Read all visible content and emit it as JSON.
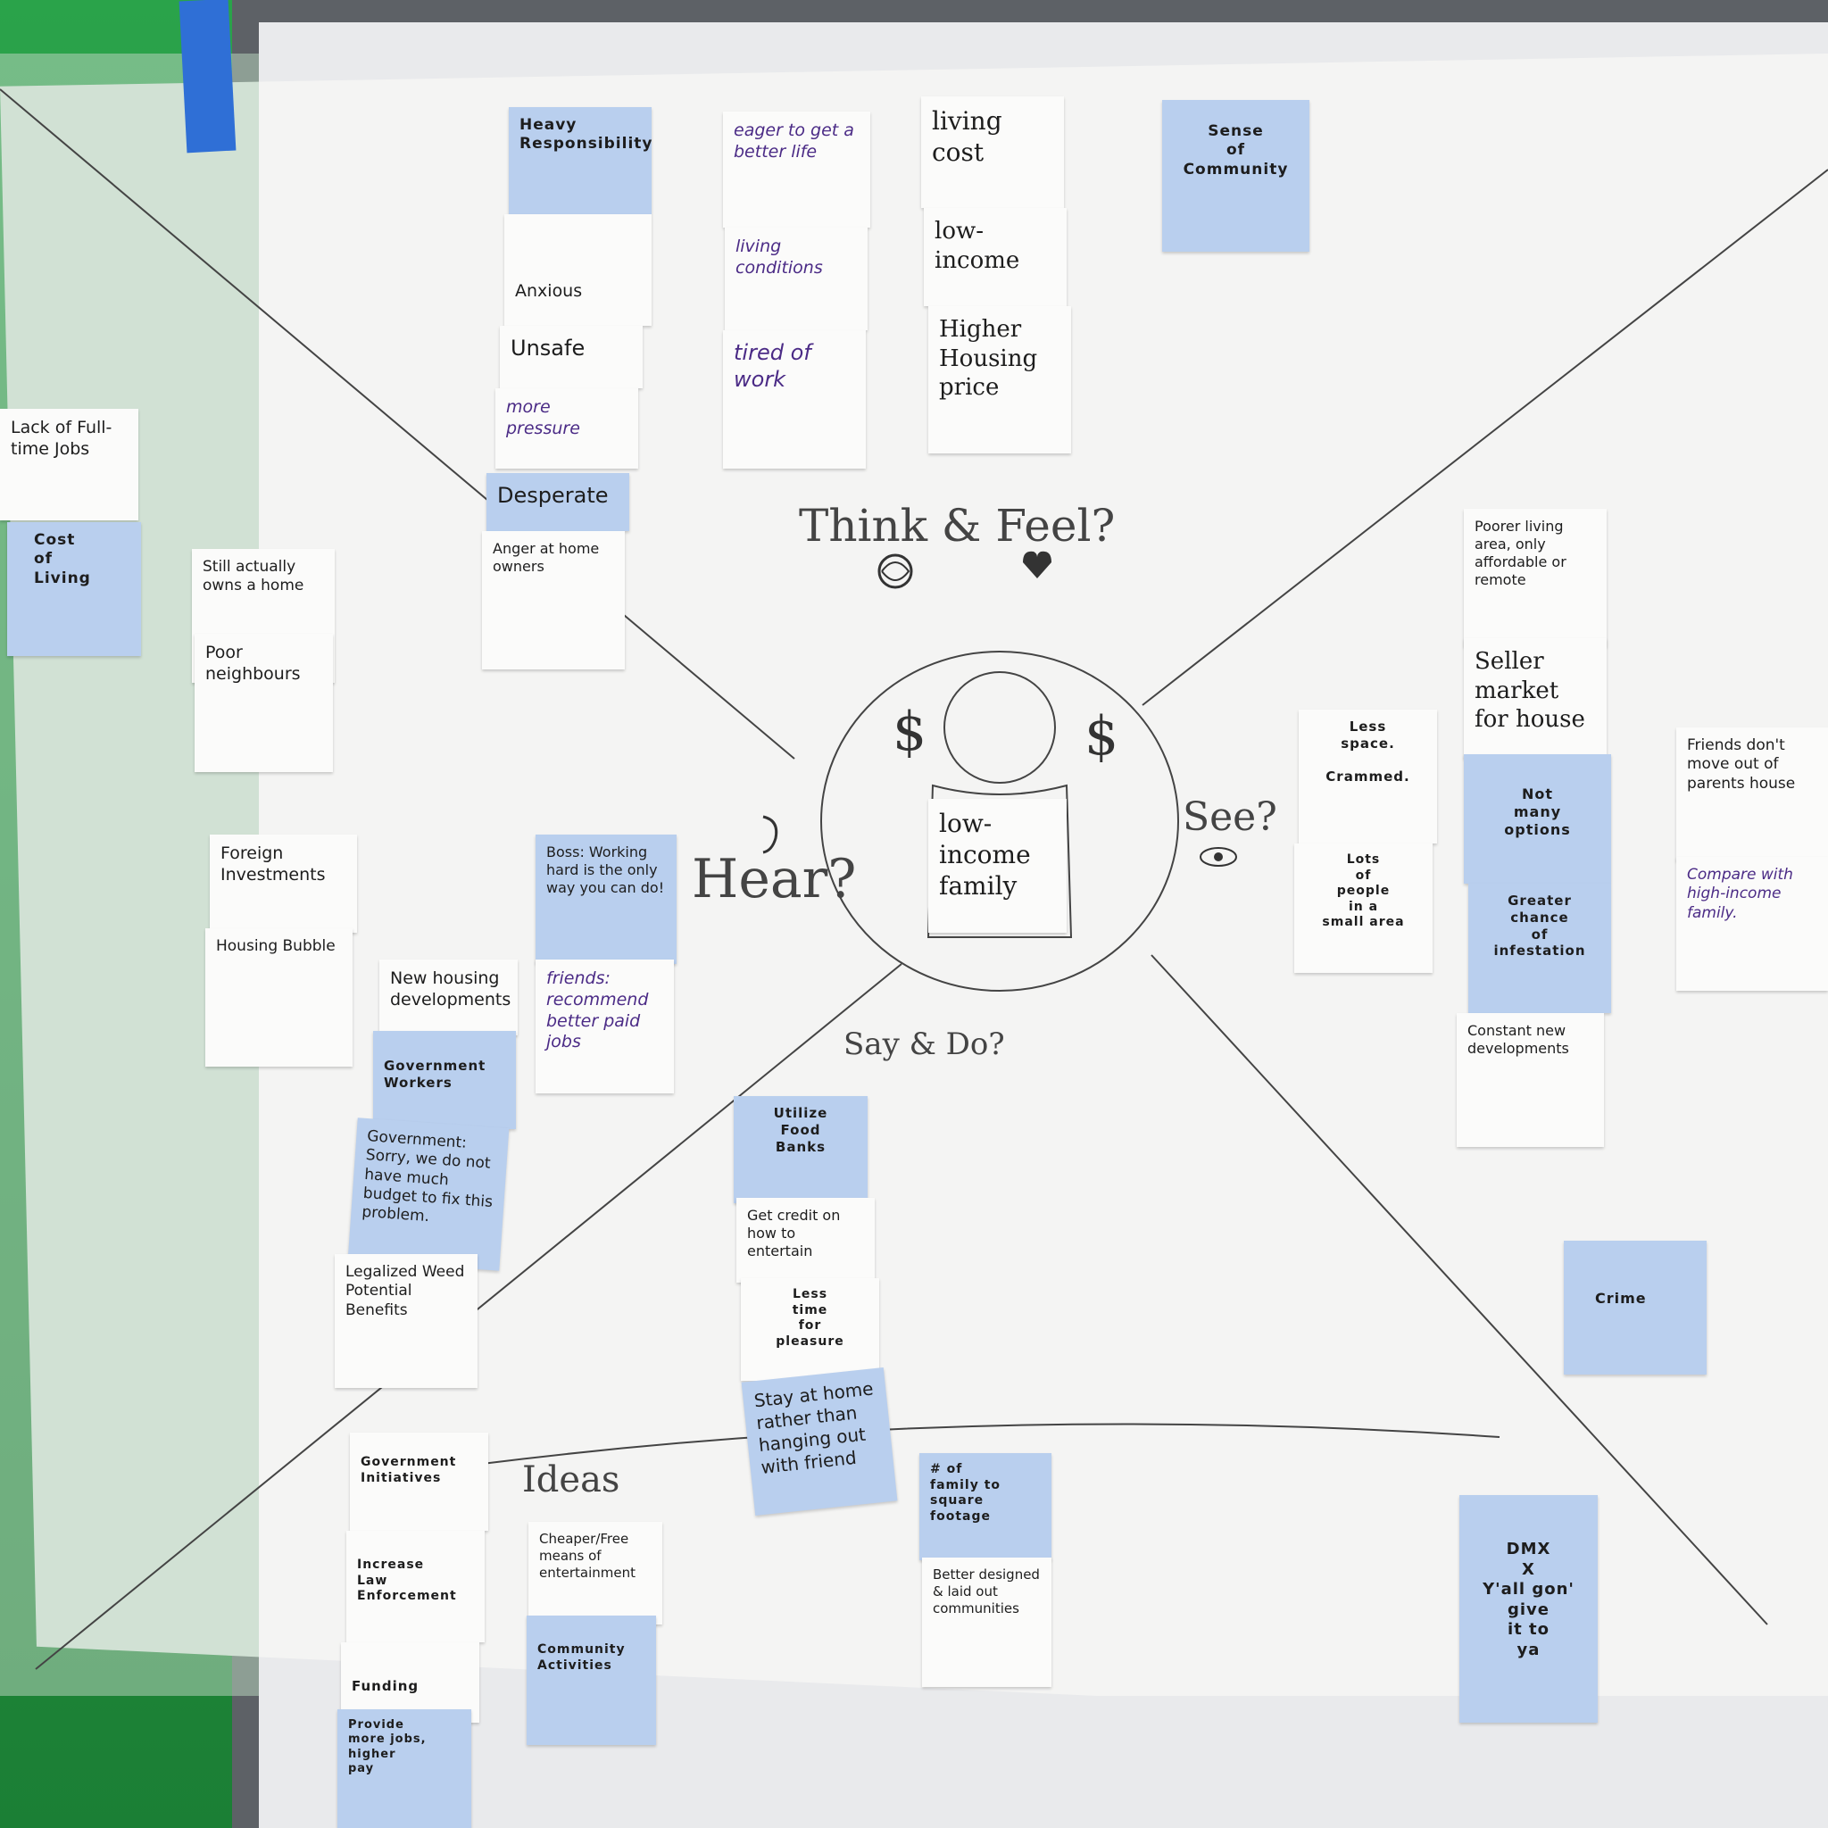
{
  "quadrants": {
    "think_feel": "Think & Feel?",
    "hear": "Hear?",
    "see": "See?",
    "say_do": "Say & Do?",
    "ideas": "Ideas"
  },
  "center": {
    "label": "low-income family"
  },
  "think_feel_notes": [
    "Heavy\nResponsibility",
    "Anxious",
    "Unsafe",
    "more pressure",
    "Desperate",
    "Anger at home owners",
    "eager to get a better life",
    "living conditions",
    "tired of work",
    "living cost",
    "low-income",
    "Higher Housing price",
    "Sense\nof\nCommunity"
  ],
  "left_notes": [
    "Lack of Full-time Jobs",
    "Cost\nof\nLiving",
    "Still actually owns a home",
    "Poor neighbours",
    "Foreign Investments",
    "Housing Bubble"
  ],
  "hear_notes": [
    "Boss: Working hard is the only way you can do!",
    "friends: recommend better paid jobs",
    "New housing developments",
    "Government\nWorkers",
    "Government: Sorry, we do not have much budget to fix this problem.",
    "Legalized Weed Potential Benefits"
  ],
  "see_notes": [
    "Less\nspace.\n\nCrammed.",
    "Lots\nof\npeople\nin a\nsmall area",
    "Poorer living area, only affordable or remote",
    "Seller market for house",
    "Not\nmany\noptions",
    "Greater\nchance\nof\ninfestation",
    "Constant new developments",
    "Friends don't move out of parents house",
    "Compare with high-income family."
  ],
  "say_do_notes": [
    "Utilize\nFood\nBanks",
    "Get credit on how to entertain",
    "Less\ntime\nfor\npleasure",
    "Stay at home rather than hanging out with friend",
    "Crime"
  ],
  "ideas_notes": [
    "Government\nInitiatives",
    "Increase\nLaw\nEnforcement",
    "Funding",
    "Provide\nmore jobs,\nhigher\npay",
    "Cheaper/Free means of entertainment",
    "Community\nActivities",
    "# of\nfamily to\nsquare\nfootage",
    "Better designed & laid out communities",
    "DMX\nX\nY'all gon'\ngive\nit to\nya"
  ],
  "colors": {
    "blue_note": "#b9cfee",
    "white_note": "#fbfbfa",
    "paper": "#f4f4f3",
    "wall": "#2aa34a",
    "tape": "#2f6fd6"
  }
}
